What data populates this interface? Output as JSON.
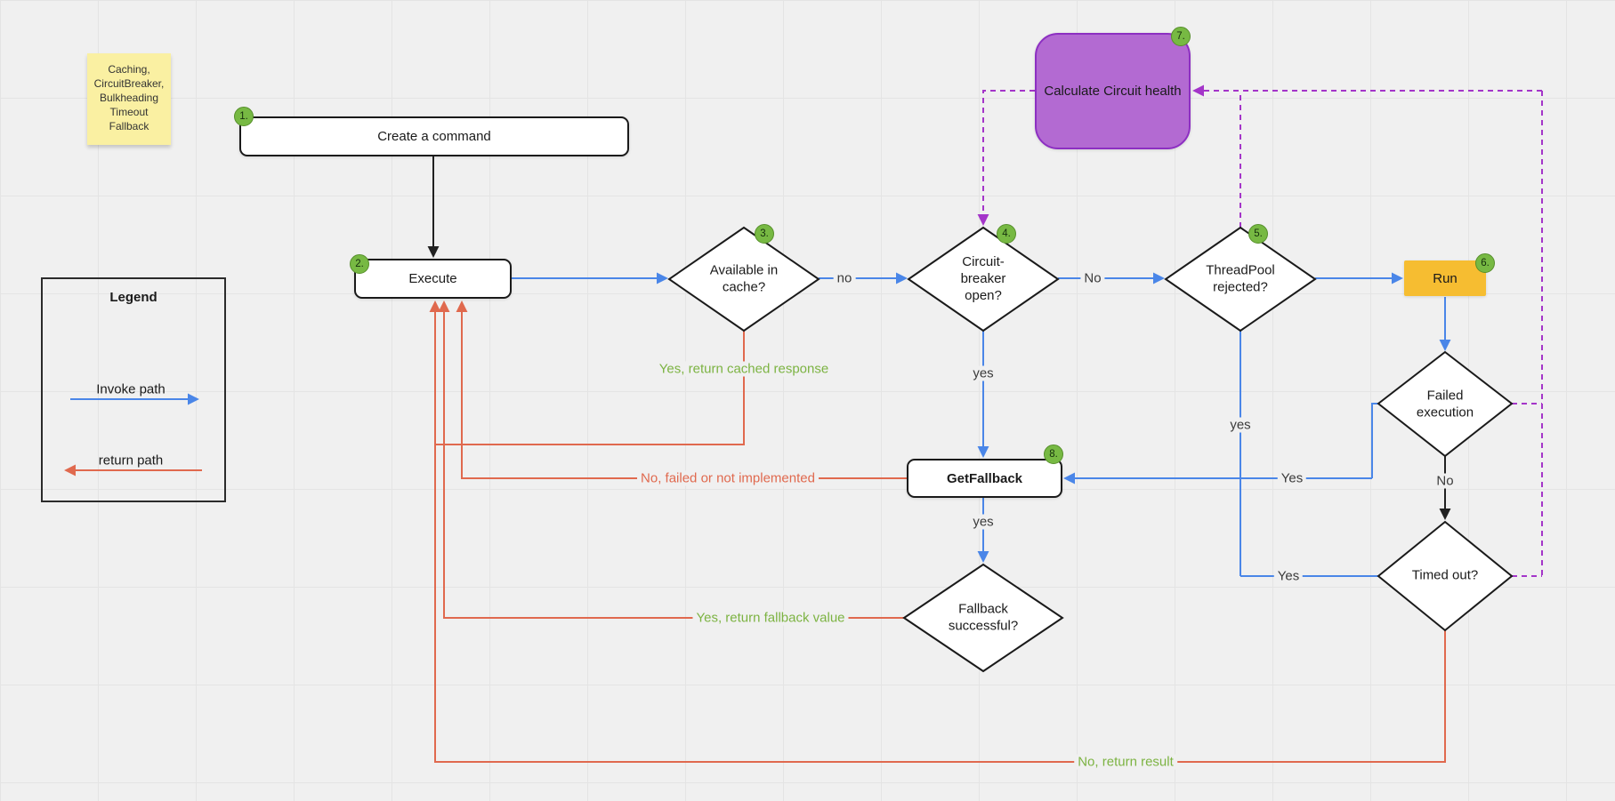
{
  "board": {
    "background": "#f0f0f0",
    "grid_color": "#e4e4e4"
  },
  "colors": {
    "invoke_path": "#4a86e8",
    "return_path": "#e0694e",
    "flow_black": "#212121",
    "health_dashed": "#a435c9",
    "label_green": "#7cb342",
    "badge_fill": "#77b943",
    "badge_border": "#568f2b",
    "run_fill": "#f6bd31",
    "health_fill": "#b36ad2",
    "health_border": "#8d2fc2",
    "sticky_fill": "#faf0a2"
  },
  "sticky_note": {
    "lines": [
      "Caching,",
      "CircuitBreaker,",
      "Bulkheading",
      "Timeout",
      "Fallback"
    ]
  },
  "legend": {
    "title": "Legend",
    "invoke_label": "Invoke path",
    "return_label": "return path"
  },
  "nodes": {
    "create_command": {
      "label": "Create a command",
      "badge": "1."
    },
    "execute": {
      "label": "Execute",
      "badge": "2."
    },
    "available_in_cache": {
      "label": "Available in cache?",
      "badge": "3."
    },
    "circuit_breaker_open": {
      "label": "Circuit-breaker open?",
      "badge": "4."
    },
    "threadpool_rejected": {
      "label": "ThreadPool rejected?",
      "badge": "5."
    },
    "run": {
      "label": "Run",
      "badge": "6."
    },
    "calculate_circuit_health": {
      "label": "Calculate Circuit health",
      "badge": "7."
    },
    "get_fallback": {
      "label": "GetFallback",
      "badge": "8."
    },
    "failed_execution": {
      "label": "Failed execution"
    },
    "timed_out": {
      "label": "Timed out?"
    },
    "fallback_successful": {
      "label": "Fallback successful?"
    }
  },
  "edge_labels": {
    "cache_no": "no",
    "circuit_no": "No",
    "circuit_yes": "yes",
    "getfallback_yes": "yes",
    "threadpool_yes": "yes",
    "failed_yes": "Yes",
    "timedout_yes": "Yes",
    "failed_no": "No",
    "cache_return": "Yes, return cached response",
    "fallback_not_impl": "No, failed or not implemented",
    "fallback_return": "Yes, return fallback value",
    "timedout_return": "No, return result"
  }
}
